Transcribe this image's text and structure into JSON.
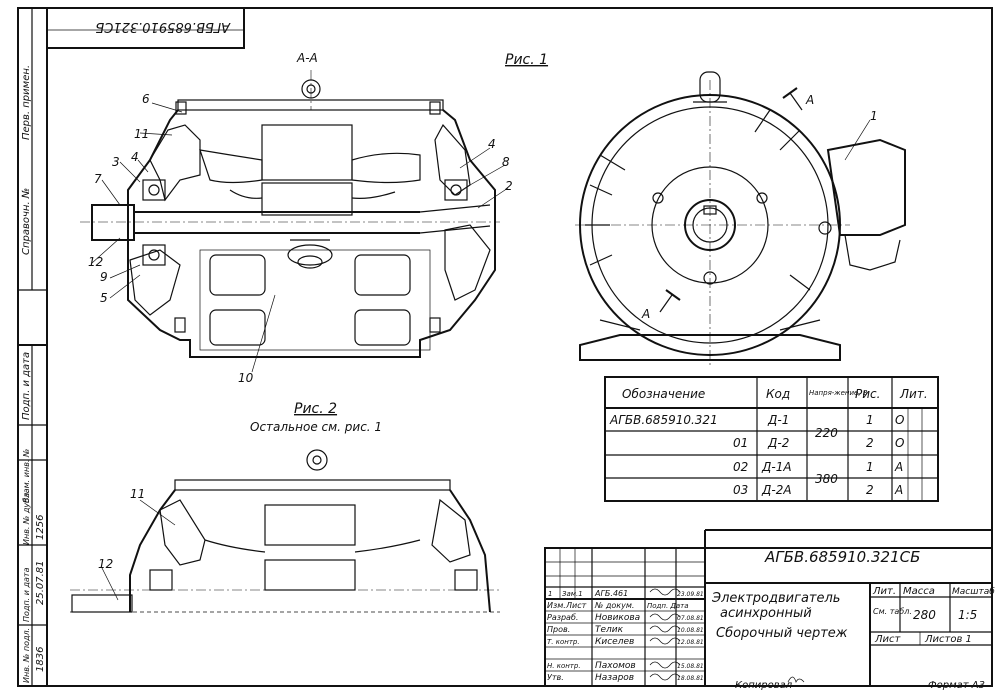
{
  "top_stamp": "АГБВ.685910.321СБ",
  "figures": {
    "fig1_label": "Рис. 1",
    "fig2_label": "Рис. 2",
    "fig2_note": "Остальное см. рис. 1",
    "section_label": "А-А",
    "view_arrow_a": "А"
  },
  "callouts": [
    "1",
    "2",
    "3",
    "4",
    "5",
    "6",
    "7",
    "8",
    "9",
    "10",
    "11",
    "12"
  ],
  "variants_table": {
    "headers": [
      "Обозначение",
      "Код",
      "Напря-жение, В",
      "Рис.",
      "Лит."
    ],
    "rows": [
      {
        "designation": "АГБВ.685910.321",
        "code": "Д-1",
        "fig": "1",
        "lit": "О"
      },
      {
        "designation": "01",
        "code": "Д-2",
        "fig": "2",
        "lit": "О"
      },
      {
        "designation": "02",
        "code": "Д-1А",
        "fig": "1",
        "lit": "А"
      },
      {
        "designation": "03",
        "code": "Д-2А",
        "fig": "2",
        "lit": "А"
      }
    ],
    "voltage_220": "220",
    "voltage_380": "380"
  },
  "side_margin": {
    "perv_primen": "Перв. примен.",
    "sprav_no": "Справочн. №",
    "podp_data_1": "Подп. и дата",
    "inv_dubl": "Инв. № дубл.",
    "vzam_inv": "Взам. инв. №",
    "vzam_inv_value": "1256",
    "podp_data_2": "Подп. и дата",
    "date_value": "25.07.81",
    "inv_podl": "Инв. № подл.",
    "inv_podl_value": "1836"
  },
  "title_block": {
    "doc_number": "АГБВ.685910.321СБ",
    "name_line1": "Электродвигатель",
    "name_line2": "асинхронный",
    "name_line3": "Сборочный чертеж",
    "lit_header": "Лит.",
    "mass_header": "Масса",
    "scale_header": "Масштаб",
    "lit_value": "См. табл.",
    "mass_value": "280",
    "scale_value": "1:5",
    "sheet_label": "Лист",
    "sheets_label": "Листов 1",
    "change_row": {
      "num": "1",
      "zam": "Зам.1",
      "doc": "АГБ.461",
      "date": "23.09.81"
    },
    "roles": [
      {
        "role": "Изм.",
        "name": "Лист",
        "sign": "№ докум.",
        "date": "Подп. Дата"
      },
      {
        "role": "Разраб.",
        "name": "Новикова",
        "date": "07.08.81"
      },
      {
        "role": "Пров.",
        "name": "Телик",
        "date": "10.08.81"
      },
      {
        "role": "Т. контр.",
        "name": "Киселев",
        "date": "12.08.81"
      },
      {
        "role": "Н. контр.",
        "name": "Пахомов",
        "date": "15.08.81"
      },
      {
        "role": "Утв.",
        "name": "Назаров",
        "date": "18.08.81"
      }
    ]
  },
  "footer": {
    "copied": "Копировал",
    "format": "Формат А3"
  }
}
